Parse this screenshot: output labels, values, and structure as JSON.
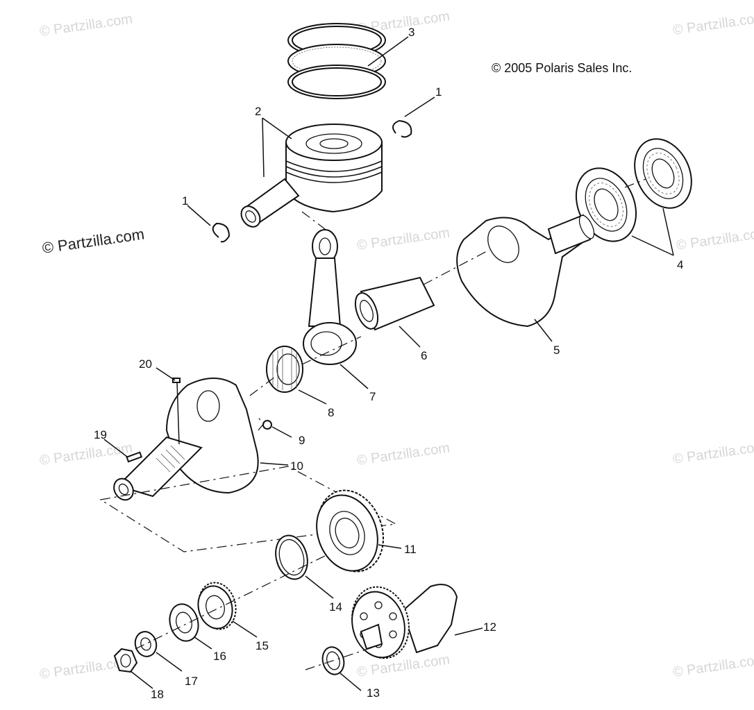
{
  "copyright": "© 2005 Polaris Sales Inc.",
  "watermark": "© Partzilla.com",
  "callouts": [
    {
      "key": "c1a",
      "text": "1"
    },
    {
      "key": "c1b",
      "text": "1"
    },
    {
      "key": "c2",
      "text": "2"
    },
    {
      "key": "c3",
      "text": "3"
    },
    {
      "key": "c4",
      "text": "4"
    },
    {
      "key": "c5",
      "text": "5"
    },
    {
      "key": "c6",
      "text": "6"
    },
    {
      "key": "c7",
      "text": "7"
    },
    {
      "key": "c8",
      "text": "8"
    },
    {
      "key": "c9",
      "text": "9"
    },
    {
      "key": "c10",
      "text": "10"
    },
    {
      "key": "c11",
      "text": "11"
    },
    {
      "key": "c12",
      "text": "12"
    },
    {
      "key": "c13",
      "text": "13"
    },
    {
      "key": "c14",
      "text": "14"
    },
    {
      "key": "c15",
      "text": "15"
    },
    {
      "key": "c16",
      "text": "16"
    },
    {
      "key": "c17",
      "text": "17"
    },
    {
      "key": "c18",
      "text": "18"
    },
    {
      "key": "c19",
      "text": "19"
    },
    {
      "key": "c20",
      "text": "20"
    }
  ]
}
